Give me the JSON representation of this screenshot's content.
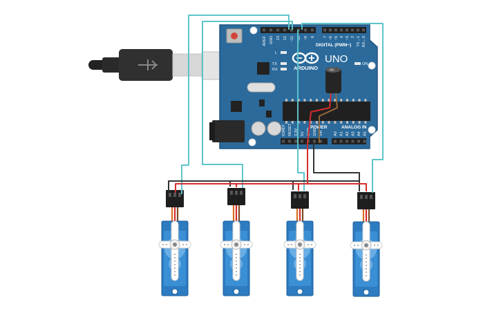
{
  "board": {
    "name": "UNO",
    "brand": "ARDUINO",
    "digital_header": "DIGITAL (PWM~)",
    "analog_header": "ANALOG IN",
    "power_header": "POWER",
    "on_label": "ON",
    "led_labels": [
      "L",
      "TX",
      "RX"
    ],
    "digital_pins": [
      "AREF",
      "GND",
      "13",
      "12",
      "~11",
      "~10",
      "~9",
      "8",
      "7",
      "~6",
      "~5",
      "4",
      "~3",
      "2",
      "TX→1",
      "RX←0"
    ],
    "power_pins": [
      "IOREF",
      "RESET",
      "3.3V",
      "5V",
      "GND",
      "GND",
      "Vin"
    ],
    "analog_pins": [
      "A0",
      "A1",
      "A2",
      "A3",
      "A4",
      "A5"
    ]
  },
  "servos": [
    {
      "id": "servo-1"
    },
    {
      "id": "servo-2"
    },
    {
      "id": "servo-3"
    },
    {
      "id": "servo-4"
    }
  ],
  "colors": {
    "board": "#2b6a9b",
    "board_edge": "#1f5580",
    "header": "#222222",
    "signal_wire": "#5cc3c8",
    "power_wire": "#d62c2c",
    "ground_wire": "#333333",
    "servo_body": "#2d7bc0",
    "servo_connector": "#1e1e1e",
    "usb_cable": "#333333",
    "usb_plug": "#d7d7d7",
    "capacitor": "#222222",
    "reset_button": "#d0463b"
  }
}
